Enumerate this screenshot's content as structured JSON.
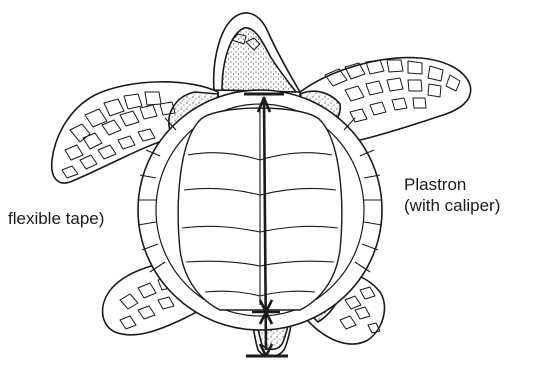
{
  "labels": {
    "left": "flexible tape)",
    "right_line1": "Plastron",
    "right_line2": "(with caliper)"
  },
  "colors": {
    "ink": "#1a1a1a",
    "stipple": "#6b6b6b",
    "paper": "#ffffff"
  }
}
